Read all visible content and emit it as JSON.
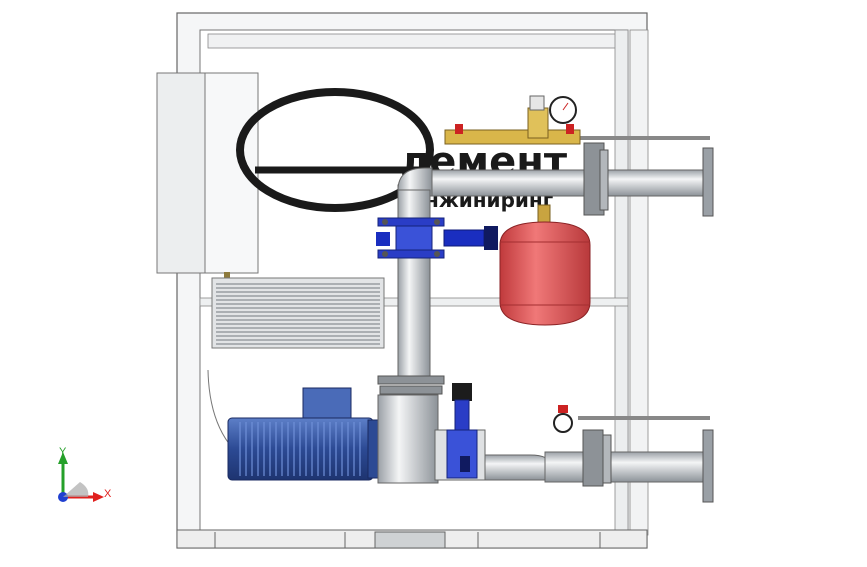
{
  "viewport": {
    "background": "#ffffff",
    "frame_color": "#f3f4f5",
    "frame_stroke": "#555555"
  },
  "logo": {
    "line1": "лемент",
    "line2": "нжиниринг"
  },
  "triad": {
    "x_label": "X",
    "y_label": "Y",
    "x_color": "#e0201e",
    "y_color": "#25a02a",
    "z_color": "#1f3fd0"
  },
  "colors": {
    "tank": "#e8595a",
    "motor": "#3f5fa8",
    "valve": "#1a2ec0",
    "brass": "#d9b64a",
    "pipe": "#cfd2d5"
  }
}
